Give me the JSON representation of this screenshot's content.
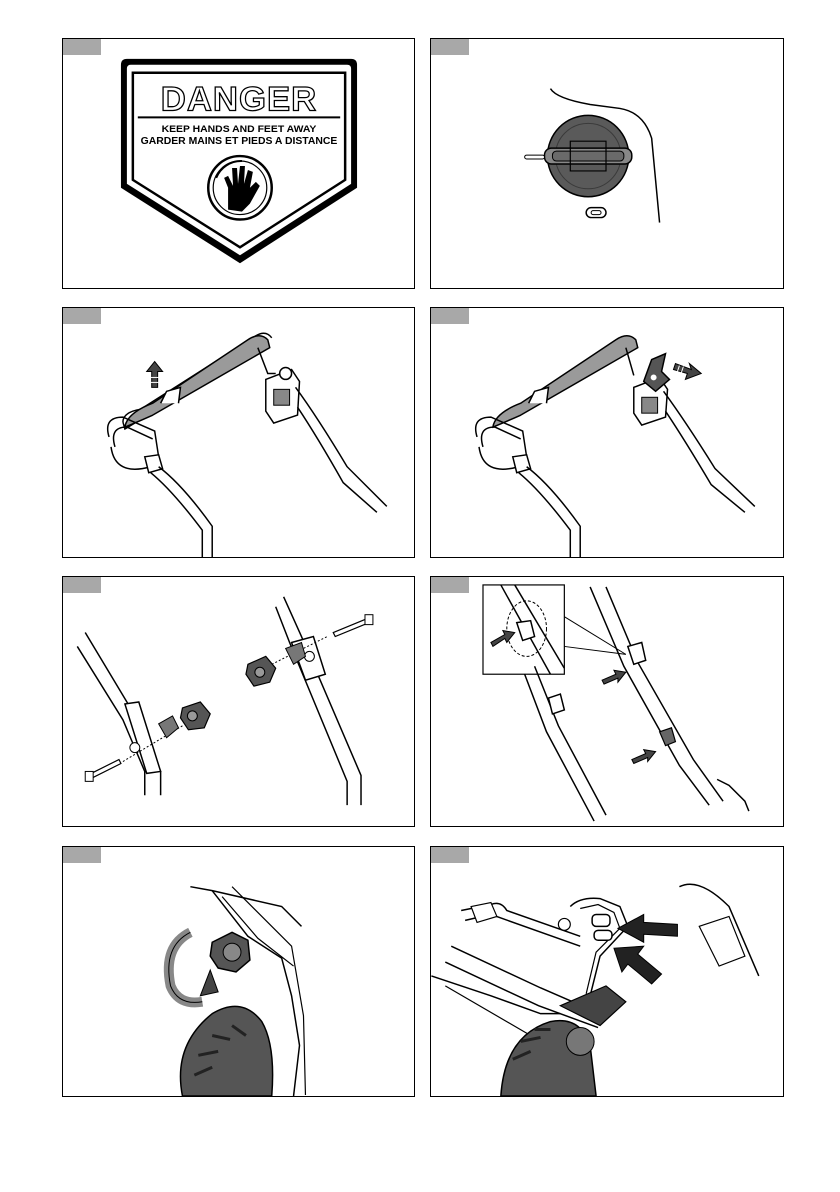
{
  "danger_label": {
    "title": "DANGER",
    "line_en": "KEEP HANDS AND FEET AWAY",
    "line_fr": "GARDER MAINS ET PIEDS A DISTANCE"
  },
  "colors": {
    "tab": "#a8a8a8",
    "line": "#000000",
    "knob_fill": "#5a5a5a",
    "arrow_fill": "#444444"
  },
  "icons": {
    "danger_hand": "hand-in-circle-icon",
    "arrow_up": "arrow-up-icon",
    "arrow_right": "arrow-right-icon",
    "rotate": "rotate-arrow-icon"
  }
}
